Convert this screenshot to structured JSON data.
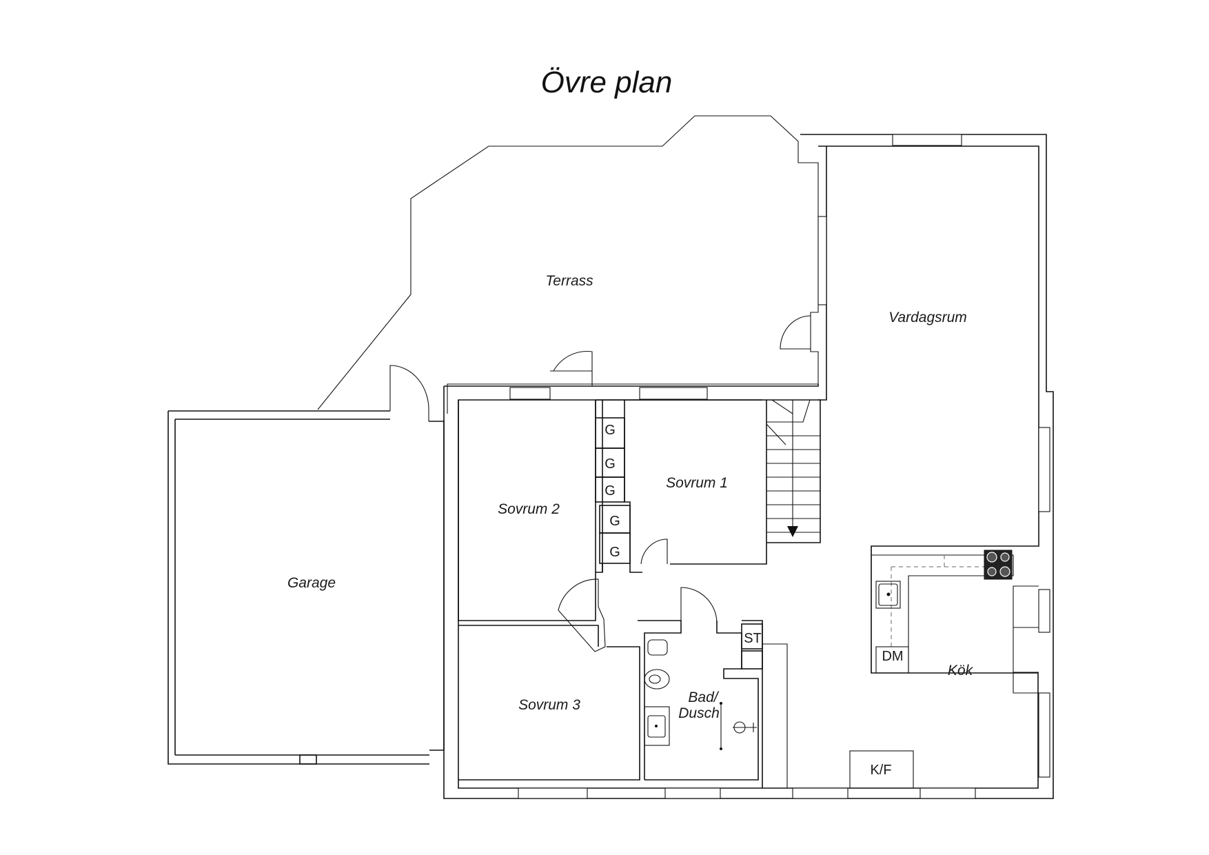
{
  "title": "Övre plan",
  "rooms": {
    "terrass": "Terrass",
    "vardagsrum": "Vardagsrum",
    "garage": "Garage",
    "sovrum1": "Sovrum 1",
    "sovrum2": "Sovrum 2",
    "sovrum3": "Sovrum 3",
    "bad_line1": "Bad/",
    "bad_line2": "Dusch",
    "kok": "Kök"
  },
  "fixtures": {
    "wardrobe": "G",
    "dishwasher": "DM",
    "storage": "ST",
    "fridge_freezer": "K/F"
  }
}
